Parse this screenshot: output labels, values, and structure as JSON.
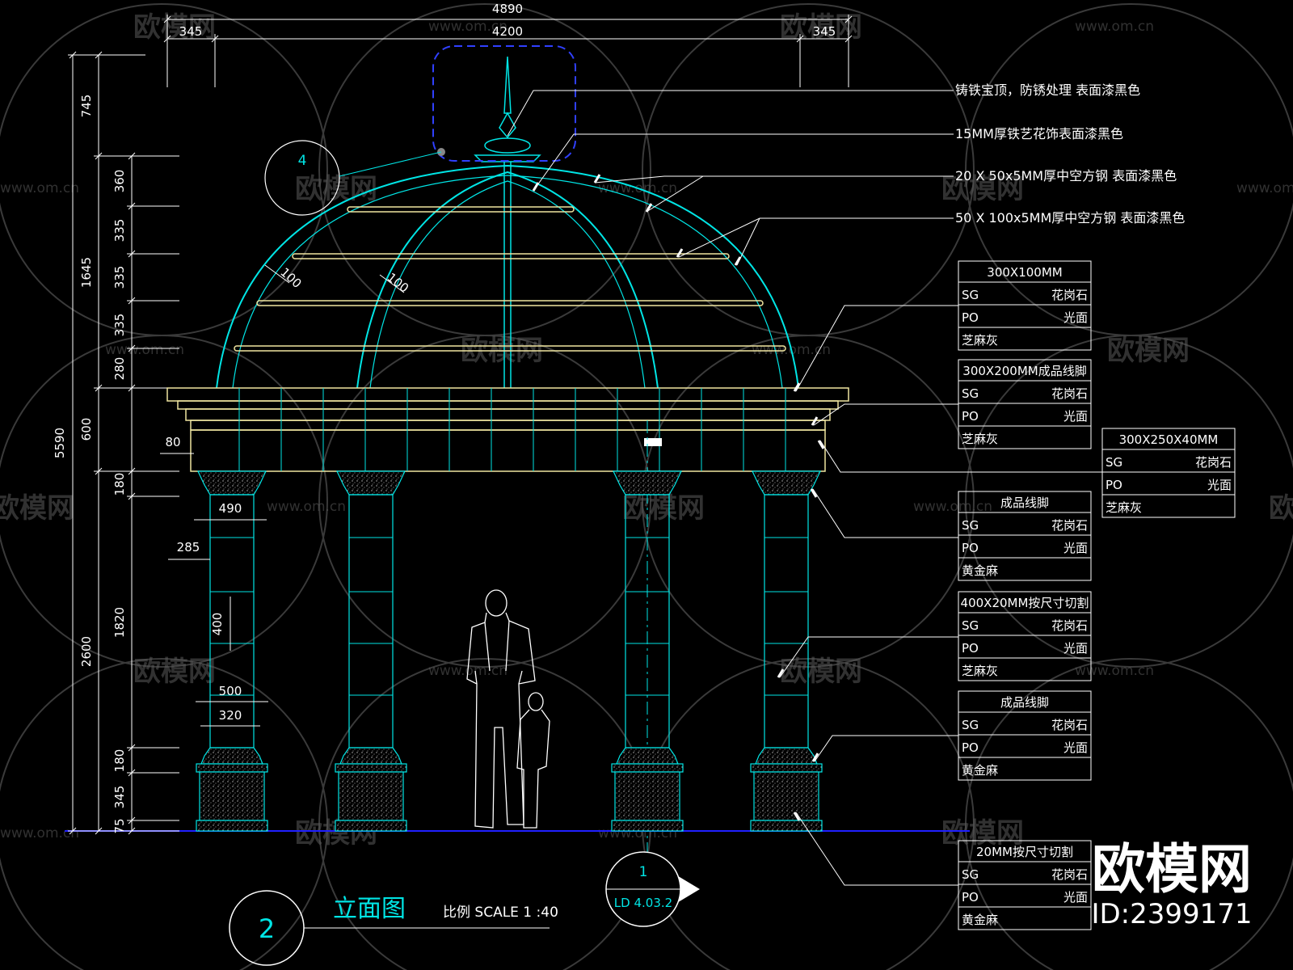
{
  "drawing": {
    "title": "立面图",
    "number": "2",
    "scale": "比例 SCALE 1 :40",
    "section_ref": {
      "number": "1",
      "sheet": "LD 4.03.2"
    },
    "detail_ref": "4"
  },
  "dimensions": {
    "top": [
      "4890",
      "4200",
      "345",
      "345"
    ],
    "left_outer": [
      "5590"
    ],
    "left_mid": [
      "745",
      "1645",
      "600",
      "2600"
    ],
    "left_inner": [
      "360",
      "335",
      "335",
      "335",
      "280",
      "180",
      "1820",
      "180",
      "345",
      "75"
    ],
    "dome": [
      "100",
      "100"
    ],
    "column": [
      "80",
      "490",
      "285",
      "400",
      "500",
      "320"
    ]
  },
  "notes": [
    "铸铁宝顶，防锈处理 表面漆黑色",
    "15MM厚铁艺花饰表面漆黑色",
    "20 X 50x5MM厚中空方钢  表面漆黑色",
    "50 X 100x5MM厚中空方钢  表面漆黑色"
  ],
  "material_tables": [
    {
      "title": "300X100MM",
      "rows": [
        [
          "SG",
          "花岗石"
        ],
        [
          "PO",
          "光面"
        ],
        [
          "芝麻灰",
          ""
        ]
      ]
    },
    {
      "title": "300X200MM成品线脚",
      "rows": [
        [
          "SG",
          "花岗石"
        ],
        [
          "PO",
          "光面"
        ],
        [
          "芝麻灰",
          ""
        ]
      ]
    },
    {
      "title": "300X250X40MM",
      "rows": [
        [
          "SG",
          "花岗石"
        ],
        [
          "PO",
          "光面"
        ],
        [
          "芝麻灰",
          ""
        ]
      ]
    },
    {
      "title": "成品线脚",
      "rows": [
        [
          "SG",
          "花岗石"
        ],
        [
          "PO",
          "光面"
        ],
        [
          "黄金麻",
          ""
        ]
      ]
    },
    {
      "title": "400X20MM按尺寸切割",
      "rows": [
        [
          "SG",
          "花岗石"
        ],
        [
          "PO",
          "光面"
        ],
        [
          "芝麻灰",
          ""
        ]
      ]
    },
    {
      "title": "成品线脚",
      "rows": [
        [
          "SG",
          "花岗石"
        ],
        [
          "PO",
          "光面"
        ],
        [
          "黄金麻",
          ""
        ]
      ]
    },
    {
      "title": "20MM按尺寸切割",
      "rows": [
        [
          "SG",
          "花岗石"
        ],
        [
          "PO",
          "光面"
        ],
        [
          "黄金麻",
          ""
        ]
      ]
    }
  ],
  "watermark": {
    "brand": "欧模网",
    "url": "www.om.cn",
    "id": "ID:2399171"
  },
  "colors": {
    "background": "#000000",
    "structure": "#00e5e5",
    "beam": "#f0e6a0",
    "ground": "#2020ff",
    "text": "#ffffff",
    "selection": "#3040ff"
  }
}
